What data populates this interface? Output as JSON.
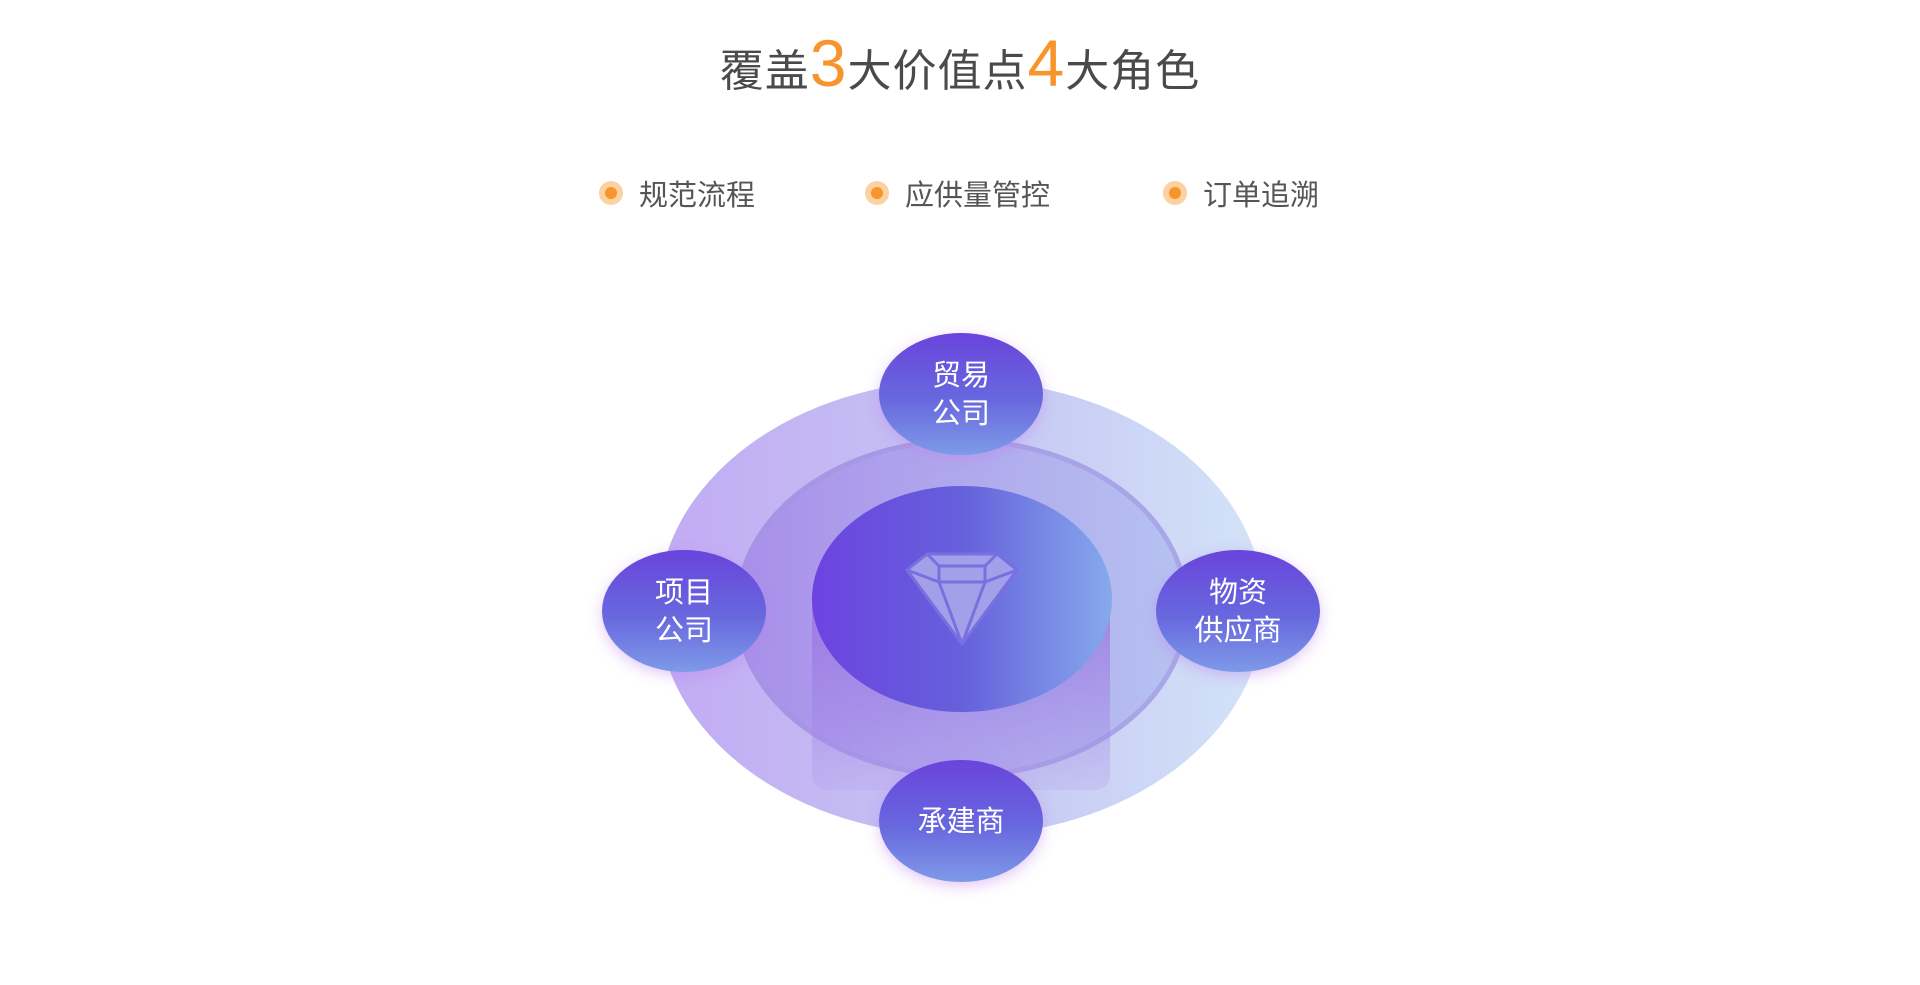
{
  "title": {
    "part1": "覆盖",
    "num1": "3",
    "part2": "大价值点",
    "num2": "4",
    "part3": "大角色"
  },
  "bullets": [
    {
      "label": "规范流程"
    },
    {
      "label": "应供量管控"
    },
    {
      "label": "订单追溯"
    }
  ],
  "roles": {
    "top": {
      "line1": "贸易",
      "line2": "公司"
    },
    "left": {
      "line1": "项目",
      "line2": "公司"
    },
    "right": {
      "line1": "物资",
      "line2": "供应商"
    },
    "bottom": {
      "line1": "承建商"
    }
  },
  "center_icon": "diamond-icon",
  "colors": {
    "accent": "#f7952c",
    "purple": "#6944dc",
    "text": "#4a4a4a"
  }
}
